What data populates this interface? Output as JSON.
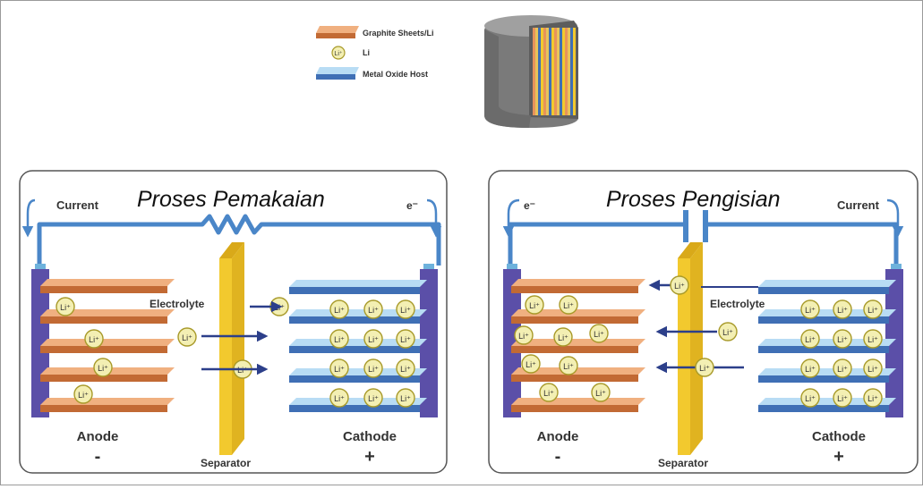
{
  "legend": {
    "graphite": "Graphite Sheets/Li",
    "li": "Li",
    "metal_oxide": "Metal Oxide Host"
  },
  "li_ion_label": "Li⁺",
  "panels": {
    "discharge": {
      "title": "Proses Pemakaian",
      "current": "Current",
      "electron": "e⁻",
      "electrolyte": "Electrolyte",
      "anode": "Anode",
      "anode_sign": "-",
      "cathode": "Cathode",
      "cathode_sign": "+",
      "separator": "Separator"
    },
    "charge": {
      "title": "Proses Pengisian",
      "current": "Current",
      "electron": "e⁻",
      "electrolyte": "Electrolyte",
      "anode": "Anode",
      "anode_sign": "-",
      "cathode": "Cathode",
      "cathode_sign": "+",
      "separator": "Separator"
    }
  },
  "colors": {
    "graphite": "#e8935b",
    "graphite_dark": "#c26a34",
    "metal_oxide": "#8ec5ea",
    "metal_oxide_dark": "#3f6fb5",
    "collector": "#5b4fa8",
    "separator": "#f2c92e",
    "ion_fill": "#f3efb3",
    "ion_stroke": "#a89a2a",
    "wire": "#4a86c8",
    "arrow": "#2c3f8a"
  }
}
